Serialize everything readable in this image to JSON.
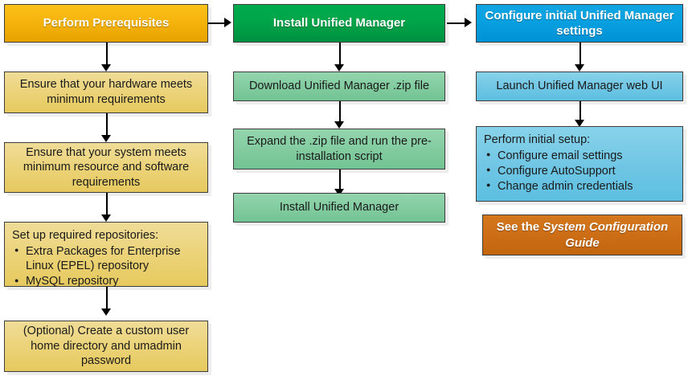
{
  "diagram": {
    "type": "flowchart",
    "title": "Unified Manager installation workflow",
    "columns": [
      {
        "id": "prerequisites",
        "accent": "#e8a200",
        "header": {
          "label": "Perform Prerequisites"
        },
        "steps": [
          {
            "label": "Ensure that your hardware meets minimum requirements"
          },
          {
            "label": "Ensure that your system meets minimum resource and software requirements"
          },
          {
            "lead": "Set up required repositories:",
            "bullets": [
              "Extra Packages for Enterprise Linux (EPEL) repository",
              "MySQL repository"
            ]
          },
          {
            "label": "(Optional) Create a custom user home directory and umadmin password"
          }
        ]
      },
      {
        "id": "install",
        "accent": "#009040",
        "header": {
          "label": "Install Unified Manager"
        },
        "steps": [
          {
            "label": "Download Unified Manager .zip file"
          },
          {
            "label": "Expand the .zip file and run the pre-installation script"
          },
          {
            "label": "Install Unified Manager"
          }
        ]
      },
      {
        "id": "configure",
        "accent": "#0092d6",
        "header": {
          "label": "Configure initial Unified Manager settings"
        },
        "steps": [
          {
            "label": "Launch Unified Manager web UI"
          },
          {
            "lead": "Perform initial setup:",
            "bullets": [
              "Configure email settings",
              "Configure AutoSupport",
              "Change admin credentials"
            ]
          }
        ],
        "reference": {
          "prefix": "See the ",
          "emphasis": "System Configuration Guide",
          "accent": "#c2650f"
        }
      }
    ]
  }
}
